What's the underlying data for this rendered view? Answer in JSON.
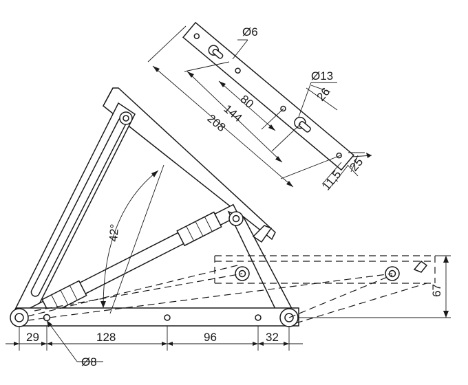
{
  "diagram": {
    "dimensions": {
      "hole_small": "Ø6",
      "hole_large": "Ø13",
      "span_80": "80",
      "span_144": "144",
      "span_208": "208",
      "span_26": "26",
      "span_25": "25",
      "span_11_5": "11,5",
      "angle": "42°",
      "height_67": "67",
      "base_29": "29",
      "base_128": "128",
      "base_96": "96",
      "base_32": "32",
      "pivot_hole": "Ø8"
    }
  }
}
